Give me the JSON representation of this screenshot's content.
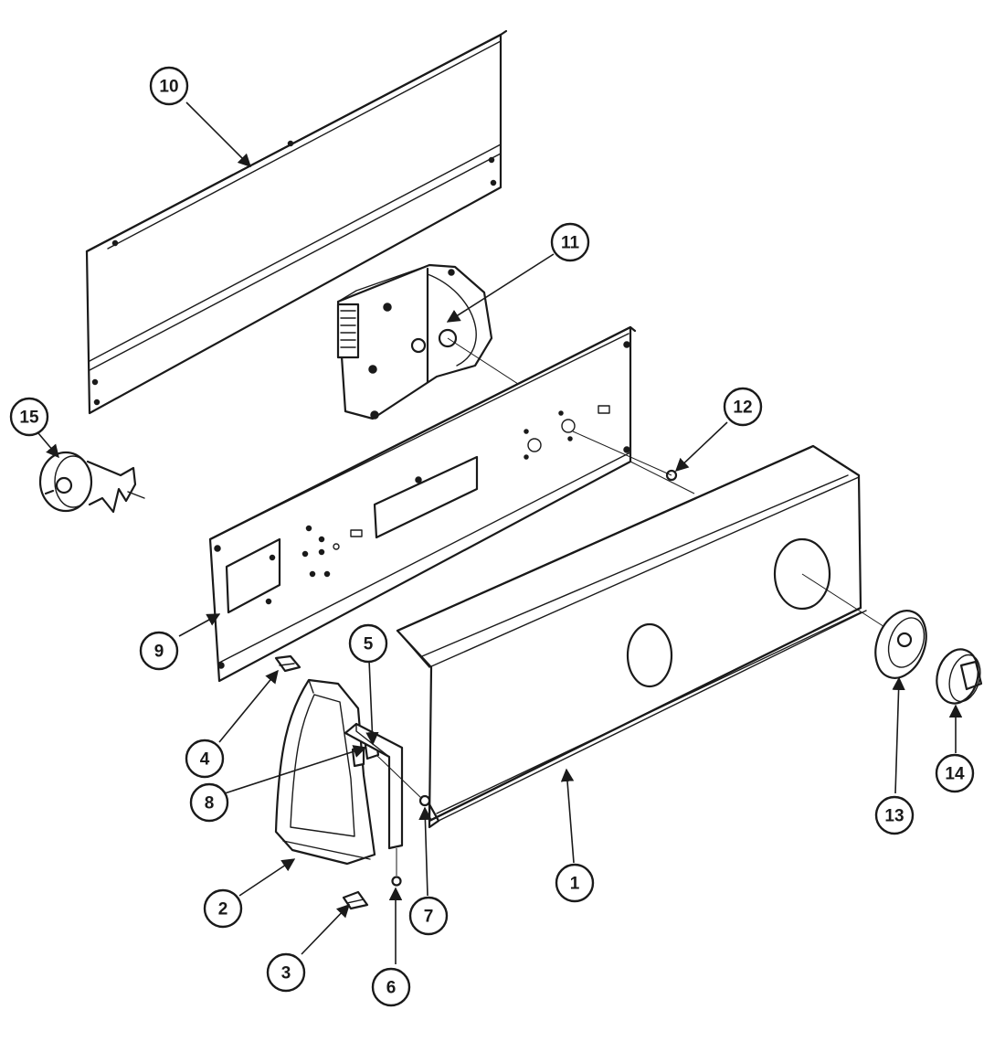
{
  "diagram": {
    "type": "exploded-parts-view",
    "callouts": [
      {
        "id": "10",
        "label": "10"
      },
      {
        "id": "11",
        "label": "11"
      },
      {
        "id": "12",
        "label": "12"
      },
      {
        "id": "15",
        "label": "15"
      },
      {
        "id": "9",
        "label": "9"
      },
      {
        "id": "5",
        "label": "5"
      },
      {
        "id": "4",
        "label": "4"
      },
      {
        "id": "8",
        "label": "8"
      },
      {
        "id": "2",
        "label": "2"
      },
      {
        "id": "3",
        "label": "3"
      },
      {
        "id": "6",
        "label": "6"
      },
      {
        "id": "7",
        "label": "7"
      },
      {
        "id": "1",
        "label": "1"
      },
      {
        "id": "13",
        "label": "13"
      },
      {
        "id": "14",
        "label": "14"
      }
    ]
  }
}
